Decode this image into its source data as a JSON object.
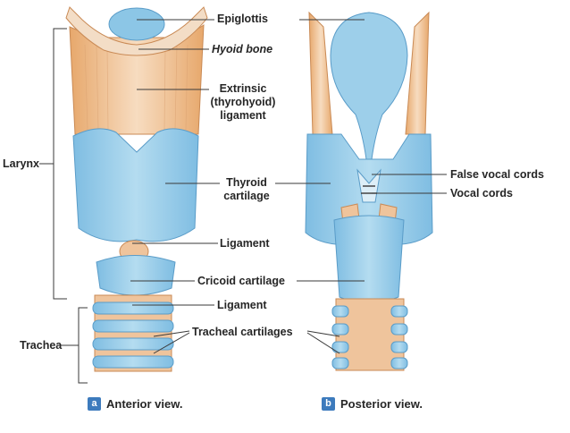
{
  "labels": {
    "epiglottis": "Epiglottis",
    "hyoid_bone": "Hyoid bone",
    "extrinsic_ligament": [
      "Extrinsic",
      "(thyrohyoid)",
      "ligament"
    ],
    "thyroid_cartilage": [
      "Thyroid",
      "cartilage"
    ],
    "ligament_upper": "Ligament",
    "cricoid_cartilage": "Cricoid cartilage",
    "ligament_lower": "Ligament",
    "tracheal_cartilages": "Tracheal cartilages",
    "false_vocal_cords": "False vocal cords",
    "vocal_cords": "Vocal cords",
    "larynx": "Larynx",
    "trachea": "Trachea"
  },
  "captions": {
    "anterior_badge": "a",
    "anterior": "Anterior view.",
    "posterior_badge": "b",
    "posterior": "Posterior view."
  },
  "colors": {
    "cartilage_blue": "#a8d3ea",
    "cartilage_blue_dark": "#6fb0d8",
    "ligament_tan": "#efc49c",
    "ligament_tan_dark": "#d9955a",
    "leader_line": "#3a3a3a"
  }
}
